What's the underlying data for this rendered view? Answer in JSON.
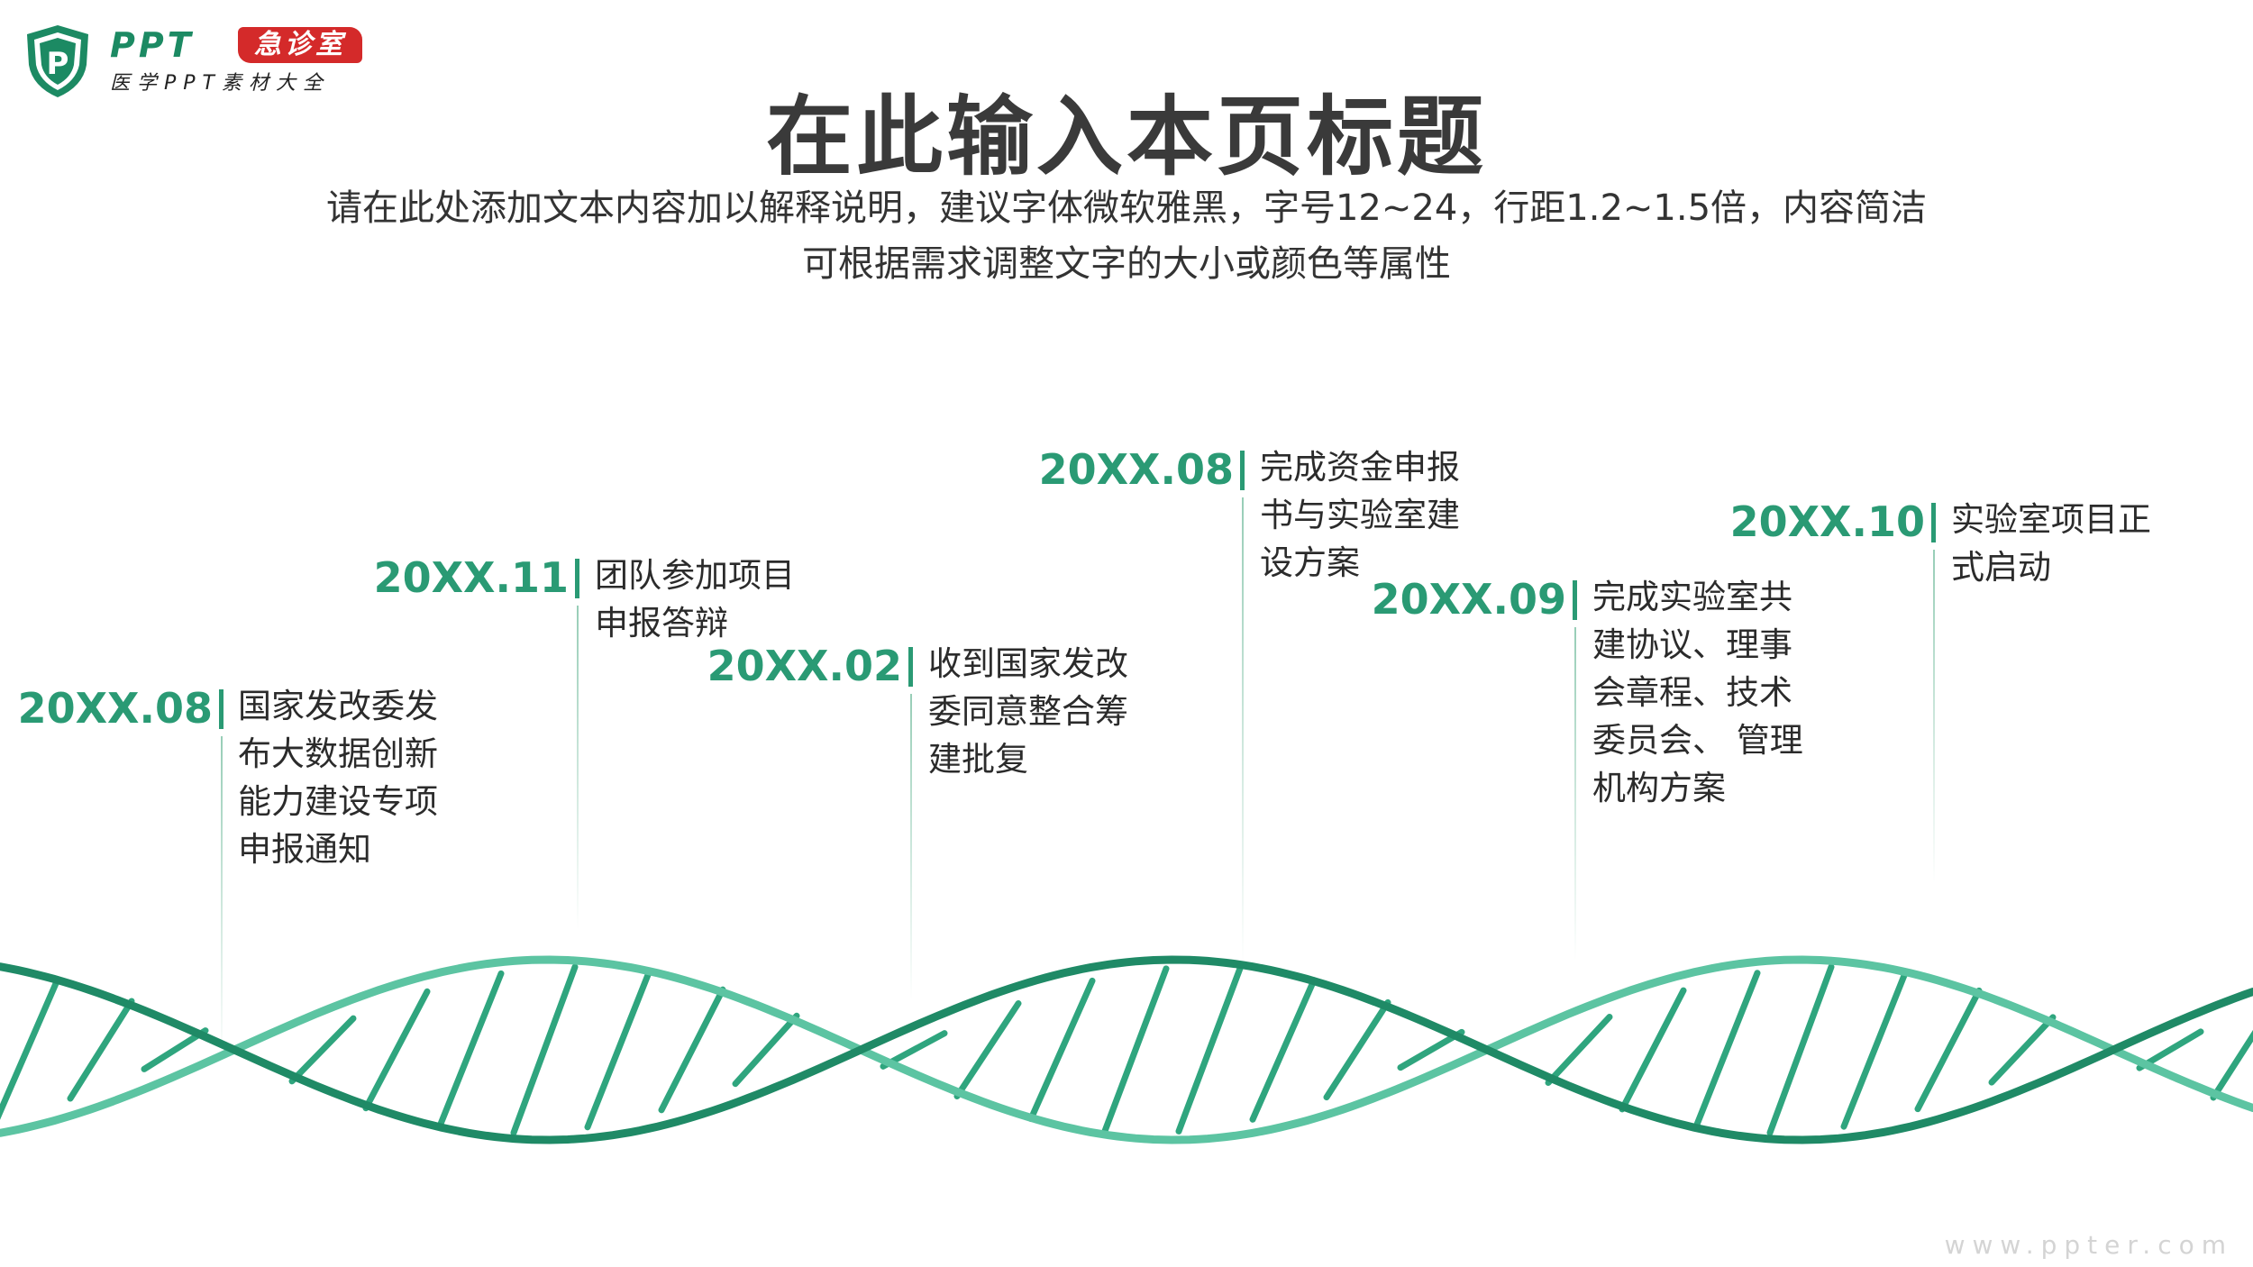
{
  "logo": {
    "brand": "PPT",
    "tag": "急诊室",
    "sub": "医学PPT素材大全",
    "shield_letter": "P"
  },
  "title": "在此输入本页标题",
  "subtitle": {
    "line1": "请在此处添加文本内容加以解释说明，建议字体微软雅黑，字号12~24，行距1.2~1.5倍，内容简洁",
    "line2": "可根据需求调整文字的大小或颜色等属性"
  },
  "timeline": [
    {
      "date": "20XX.08",
      "lines": [
        "国家发改委发",
        "布大数据创新",
        "能力建设专项",
        "申报通知"
      ]
    },
    {
      "date": "20XX.11",
      "lines": [
        "团队参加项目",
        "申报答辩"
      ]
    },
    {
      "date": "20XX.02",
      "lines": [
        "收到国家发改",
        "委同意整合筹",
        "建批复"
      ]
    },
    {
      "date": "20XX.08",
      "lines": [
        "完成资金申报",
        "书与实验室建",
        "设方案"
      ]
    },
    {
      "date": "20XX.09",
      "lines": [
        "完成实验室共",
        "建协议、理事",
        "会章程、技术",
        "委员会、 管理",
        "机构方案"
      ]
    },
    {
      "date": "20XX.10",
      "lines": [
        "实验室项目正",
        "式启动"
      ]
    }
  ],
  "colors": {
    "accent": "#2a9a74",
    "helix_light": "#5cc4a2",
    "helix_dark": "#1f8a66",
    "tag_red": "#d42a2a"
  },
  "watermark": "www.ppter.com"
}
